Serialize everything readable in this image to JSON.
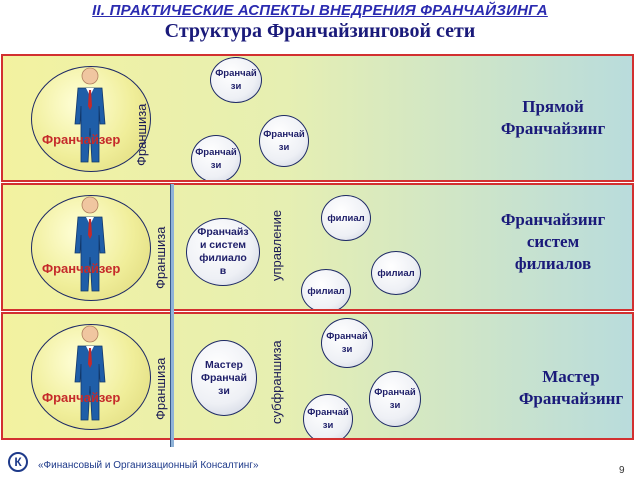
{
  "header": {
    "subtitle": "II. ПРАКТИЧЕСКИЕ АСПЕКТЫ ВНЕДРЕНИЯ ФРАНЧАЙЗИНГА",
    "title": "Структура Франчайзинговой сети"
  },
  "colors": {
    "border": "#d23030",
    "title": "#1a1a7a",
    "franchisor_label": "#c52a2a",
    "suit": "#1f5ea8"
  },
  "icons": [
    "person-icon",
    "company-logo-icon"
  ],
  "panels": [
    {
      "franchisor": "Франчайзер",
      "link_label": "Франшиза",
      "nodes": [
        "Франчайзи",
        "Франчайзи",
        "Франчайзи"
      ],
      "title_line1": "Прямой",
      "title_line2": "Франчайзинг"
    },
    {
      "franchisor": "Франчайзер",
      "link_label": "Франшиза",
      "center": "Франчайзи систем филиалов",
      "sub_label": "управление",
      "nodes": [
        "филиал",
        "филиал",
        "филиал"
      ],
      "title_line1": "Франчайзинг",
      "title_line2": "систем",
      "title_line3": "филиалов"
    },
    {
      "franchisor": "Франчайзер",
      "link_label": "Франшиза",
      "center": "Мастер Франчайзи",
      "sub_label": "субфраншиза",
      "nodes": [
        "Франчайзи",
        "Франчайзи",
        "Франчайзи"
      ],
      "title_line1": "Мастер",
      "title_line2": "Франчайзинг"
    }
  ],
  "footer": {
    "logo": "К",
    "company": "«Финансовый и Организационный Консалтинг»",
    "page": "9"
  }
}
